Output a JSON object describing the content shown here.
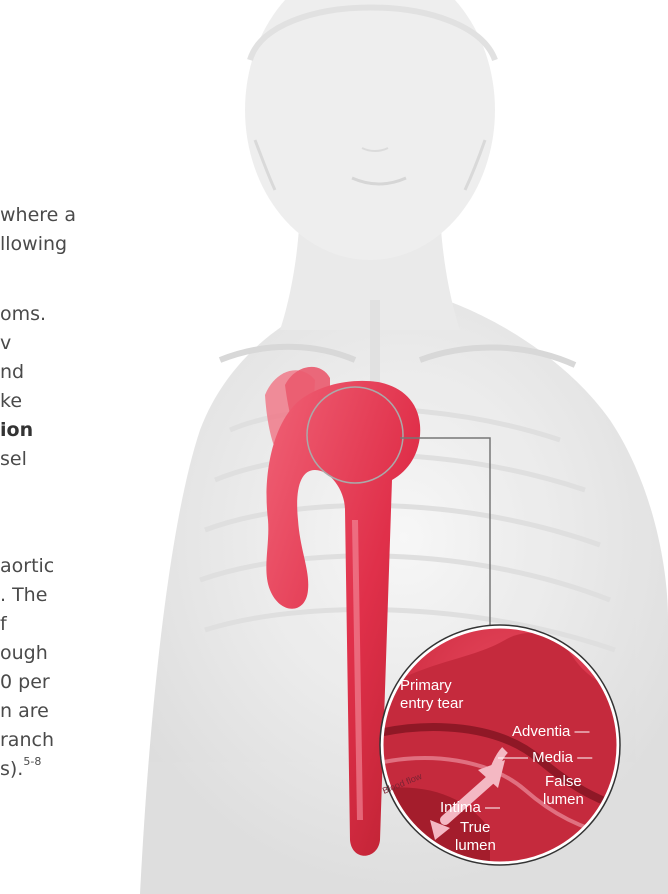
{
  "paragraph_fragments": [
    {
      "text": "where a",
      "bold": false
    },
    {
      "text": "llowing",
      "bold": false
    },
    {
      "text": "oms.",
      "bold": false
    },
    {
      "text": "v",
      "bold": false
    },
    {
      "text": "nd",
      "bold": false
    },
    {
      "text": "ke",
      "bold": false
    },
    {
      "text": "ion",
      "bold": true
    },
    {
      "text": "sel",
      "bold": false
    },
    {
      "text": "aortic",
      "bold": false
    },
    {
      "text": ". The",
      "bold": false
    },
    {
      "text": "f",
      "bold": false
    },
    {
      "text": "ough",
      "bold": false
    },
    {
      "text": "0 per",
      "bold": false
    },
    {
      "text": "n are",
      "bold": false
    },
    {
      "text": "ranch",
      "bold": false
    },
    {
      "text": "s).",
      "bold": false,
      "superscript": "5-8"
    }
  ],
  "inset_labels": {
    "primary_entry_tear": [
      "Primary",
      "entry tear"
    ],
    "adventitia": "Adventia —",
    "media": "—— Media —",
    "false_lumen": [
      "False",
      "lumen"
    ],
    "intima": "Intima —",
    "true_lumen": [
      "True",
      "lumen"
    ],
    "blood_flow": "Blood flow"
  },
  "colors": {
    "body_text": "#4a4a4a",
    "aorta_red": "#e8364f",
    "aorta_dark": "#b8202f",
    "inset_bg": "#d63447",
    "arrow_pink": "#f4b8c3",
    "silhouette": "#e6e6e6"
  }
}
